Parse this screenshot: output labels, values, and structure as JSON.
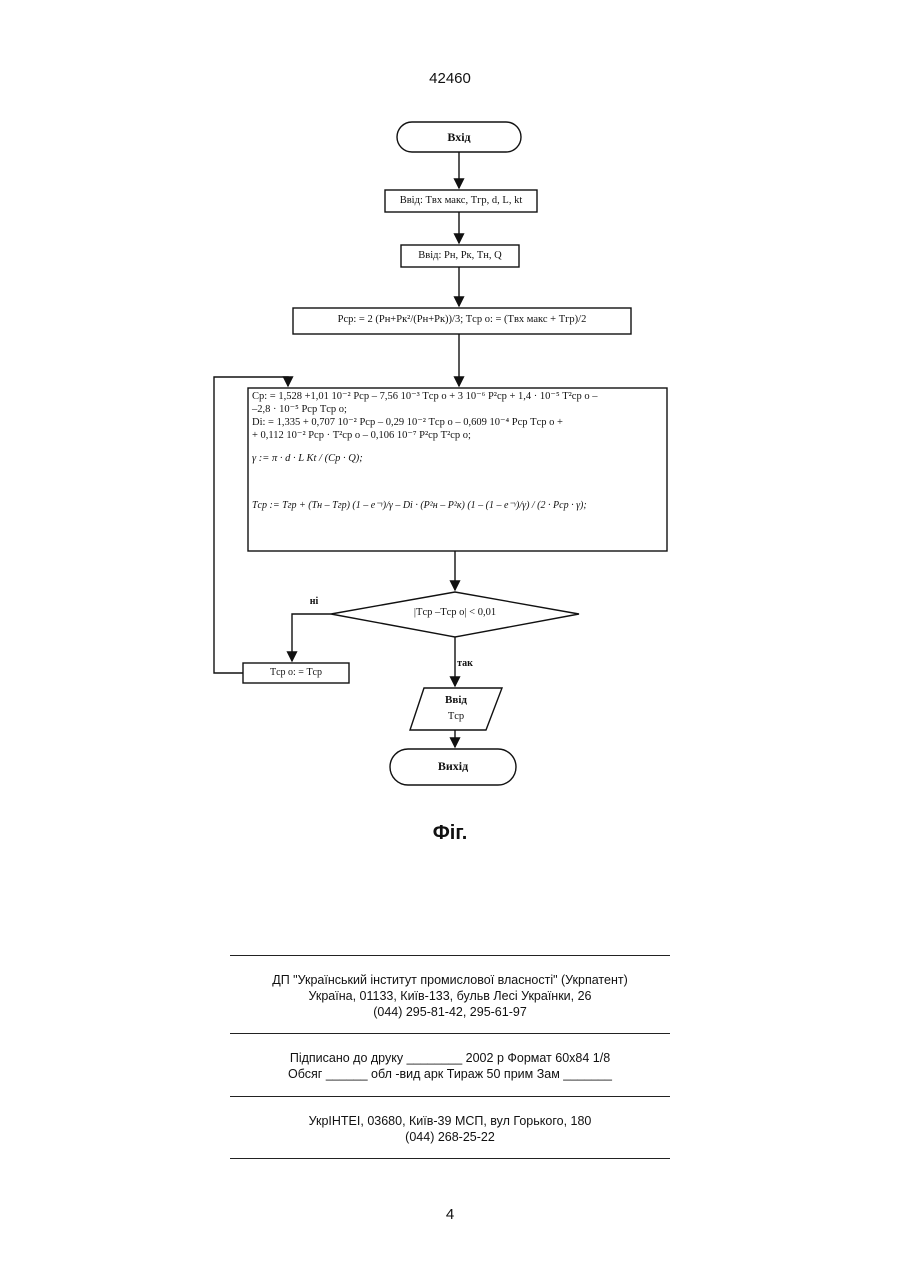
{
  "page_number_top": "42460",
  "page_number_bottom": "4",
  "figure_caption": "Фіг.",
  "flowchart": {
    "start": "Вхід",
    "input1": "Ввід: Tвх макс, Tгр, d, L, kt",
    "input2": "Ввід: Pн, Pк, Tн, Q",
    "init": "Pср: = 2 (Pн+Pк²/(Pн+Pк))/3;     Tср о: = (Tвх макс + Tгр)/2",
    "formula_cp": "Cр: = 1,528 +1,01  10⁻²  Pср – 7,56  10⁻³  Tср о + 3  10⁻⁶  P²ср + 1,4 · 10⁻⁵  T²ср о –",
    "formula_cp2": "–2,8 · 10⁻⁵  Pср   Tср о;",
    "formula_di": "Di: = 1,335 + 0,707  10⁻²  Pср – 0,29  10⁻²  Tср о – 0,609  10⁻⁴  Pср   Tср о +",
    "formula_di2": "+ 0,112  10⁻²  Pср · T²ср о – 0,106  10⁻⁷  P²ср  T²ср о;",
    "formula_gamma": "γ := π · d · L  Kt / (Cp · Q);",
    "formula_tcp": "Tср := Tгр + (Tн – Tгр) (1 – e⁻ᵞ)/γ – Di · (P²н – P²к) (1 – (1 – e⁻ᵞ)/γ) / (2 · Pср · γ);",
    "decision": "|Tср –Tср о| < 0,01",
    "branch_no": "ні",
    "branch_yes": "так",
    "update": "Tср о: = Tср",
    "output_label": "Ввід",
    "output_value": "Tср",
    "end": "Вихід"
  },
  "footer": {
    "org_line1": "ДП \"Український інститут промислової власності\" (Укрпатент)",
    "org_line2": "Україна, 01133, Київ-133, бульв  Лесі Українки, 26",
    "org_line3": "(044) 295-81-42, 295-61-97",
    "print_line1": "Підписано до друку ________ 2002 р     Формат 60х84 1/8",
    "print_line2": "Обсяг ______ обл -вид  арк    Тираж 50 прим     Зам _______",
    "press_line1": "УкрІНТЕІ, 03680, Київ-39 МСП, вул  Горького, 180",
    "press_line2": "(044) 268-25-22"
  }
}
